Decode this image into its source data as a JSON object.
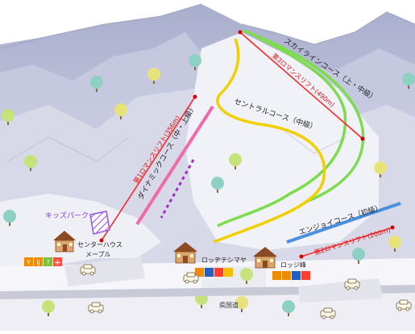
{
  "title": "",
  "courses": {
    "skyline": "スカイラインコース（上・中級）",
    "central": "セントラルコース（中級）",
    "dynamic": "ダイナミックコース（中・上級）",
    "enjoy": "エンジョイコース（初級）"
  },
  "lifts": {
    "lift1": "第1ロマンスリフト(356m)",
    "lift2": "第2ロマンスリフト(200m)",
    "lift3": "第3ロマンスリフト(490m)"
  },
  "facilities": {
    "kids_park": "キッズパーク",
    "center_house": "センターハウス",
    "center_house_sub": "メープル",
    "lodge_tesmaya": "ロッヂテシマヤ",
    "lodge_mine": "ロッジ峰"
  },
  "road": "県国道",
  "colors": {
    "skyline": "#7ddc4e",
    "central": "#f0d000",
    "dynamic": "#f06aa8",
    "enjoy": "#4a90e0",
    "lift": "#ff2020",
    "kids": "#9a55e6",
    "mountain": "#b9bdd8",
    "snow": "#f2f2f8"
  }
}
